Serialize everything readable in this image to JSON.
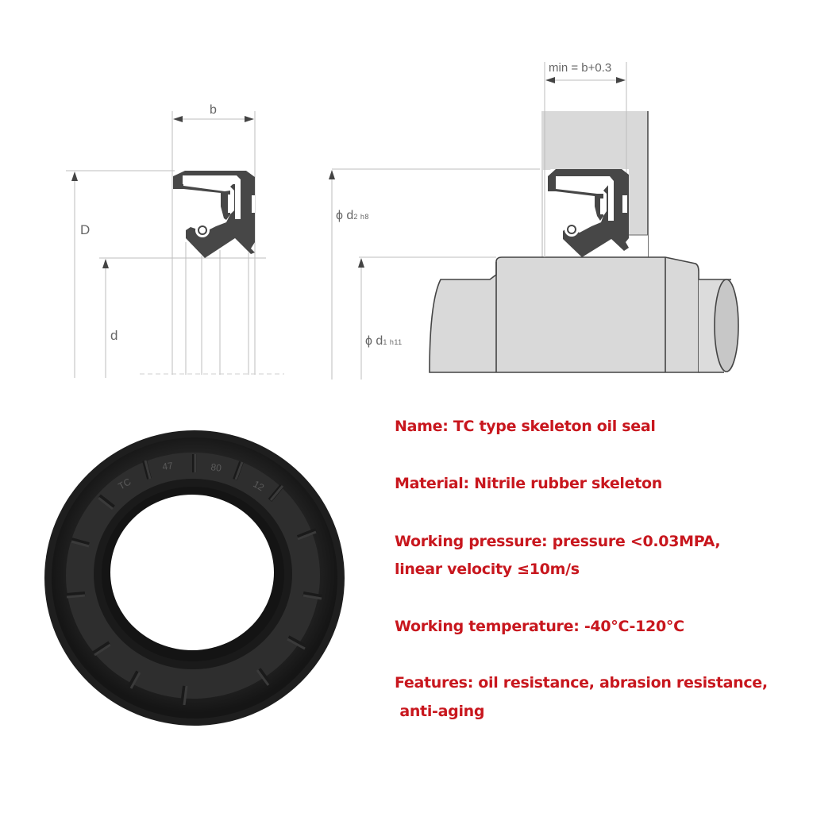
{
  "cross_section_diagram": {
    "labels": {
      "width": "b",
      "outer_diameter": "D",
      "inner_diameter": "d"
    }
  },
  "installation_diagram": {
    "labels": {
      "housing_width": "min = b+0.3",
      "bore_diameter_symbol": "ϕ d",
      "bore_diameter_sub": "2 h8",
      "shaft_diameter_symbol": "ϕ d",
      "shaft_diameter_sub": "1 h11"
    }
  },
  "product_photo": {
    "markings": [
      "TC",
      "47",
      "80",
      "12"
    ]
  },
  "specs": {
    "color": "#c8171e",
    "name": "Name: TC type skeleton oil seal",
    "material": "Material: Nitrile rubber skeleton",
    "pressure_line1": "Working pressure: pressure <0.03MPA,",
    "pressure_line2": "linear velocity ≤10m/s",
    "temperature": "Working temperature: -40°C-120°C",
    "features_line1": "Features: oil resistance, abrasion resistance,",
    "features_line2": " anti-aging"
  }
}
